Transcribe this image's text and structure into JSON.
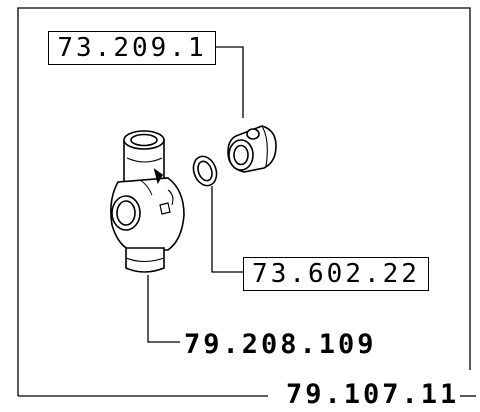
{
  "callouts": {
    "ring_cap": "73.209.1",
    "gasket": "73.602.22",
    "cross_body": "79.208.109",
    "assembly": "79.107.11"
  },
  "colors": {
    "line": "#000000",
    "background": "#ffffff"
  }
}
